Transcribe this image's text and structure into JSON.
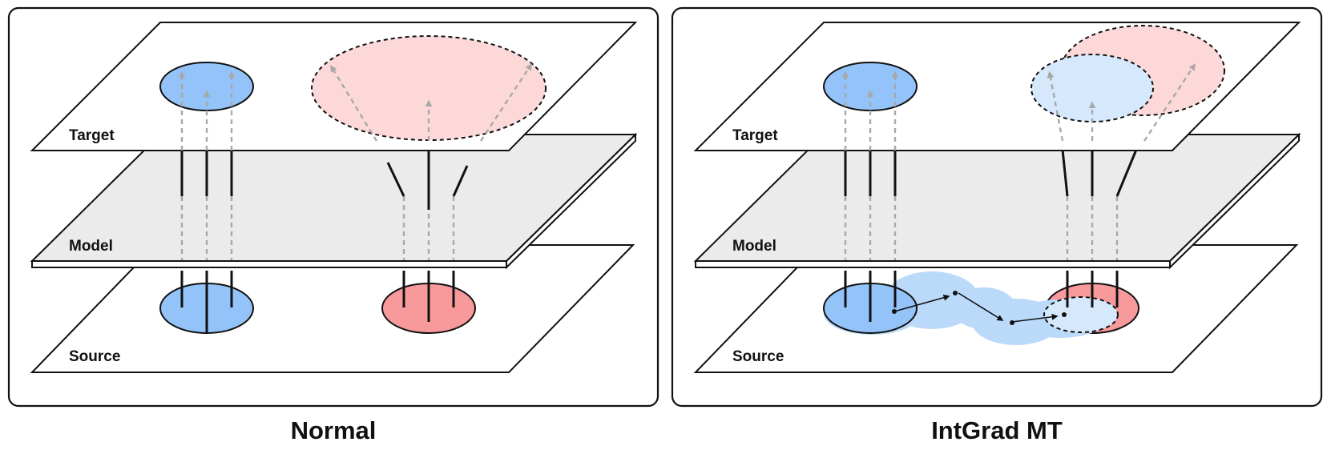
{
  "panels": [
    {
      "id": "normal",
      "caption": "Normal",
      "labels": {
        "target": "Target",
        "model": "Model",
        "source": "Source"
      }
    },
    {
      "id": "intgrad",
      "caption": "IntGrad MT",
      "labels": {
        "target": "Target",
        "model": "Model",
        "source": "Source"
      }
    }
  ],
  "colors": {
    "blue_fill": "#93C3F8",
    "blue_light": "#D6E8FC",
    "path_blob": "#BBDAFA",
    "red_fill": "#F8999B",
    "red_light": "#FDD8D9",
    "model_plane": "#EBEBEB",
    "dashed_arrow": "#A8A8A8",
    "outline": "#111111"
  }
}
